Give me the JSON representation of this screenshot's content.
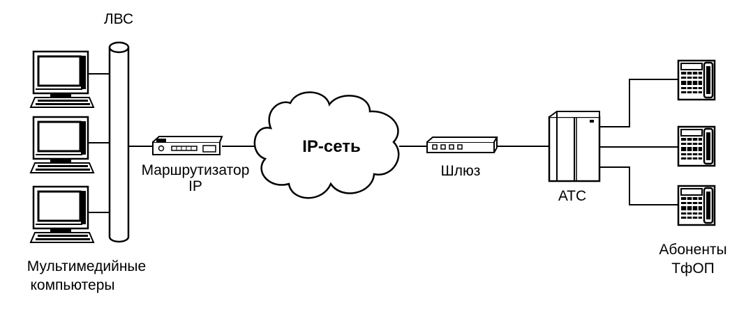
{
  "labels": {
    "lan": "ЛВС",
    "router_line1": "Маршрутизатор",
    "router_line2": "IP",
    "network": "IP-сеть",
    "gateway": "Шлюз",
    "pbx": "АТС",
    "subscribers_line1": "Абоненты",
    "subscribers_line2": "ТфОП",
    "computers_line1": "Мультимедийные",
    "computers_line2": "компьютеры"
  },
  "icons": [
    "computer-icon",
    "router-icon",
    "cloud-icon",
    "gateway-icon",
    "pbx-icon",
    "telephone-icon"
  ],
  "colors": {
    "ink": "#000000",
    "paper": "#ffffff"
  }
}
